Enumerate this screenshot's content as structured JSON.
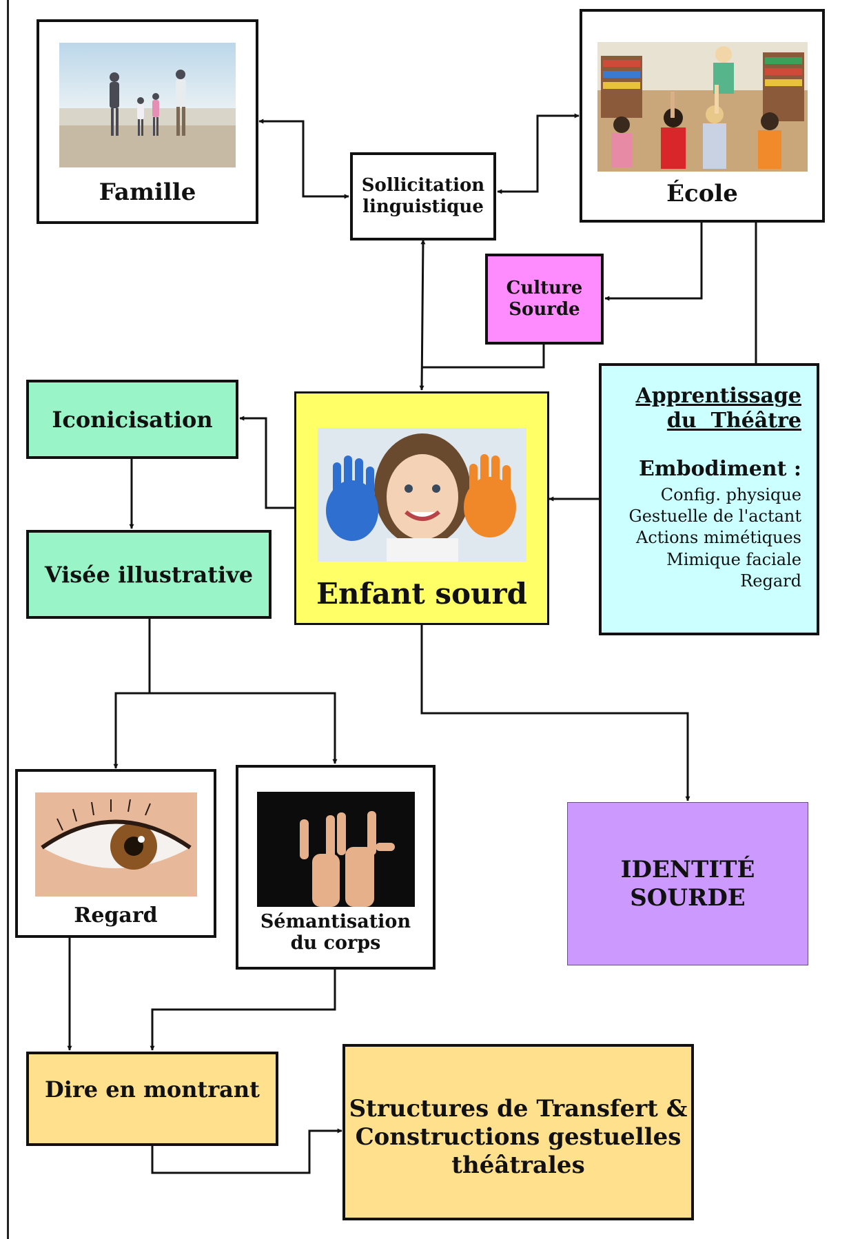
{
  "nodes": {
    "famille": {
      "label": "Famille",
      "image": "family-on-beach-photo"
    },
    "ecole": {
      "label": "École",
      "image": "classroom-children-raising-hands-photo"
    },
    "sollicitation": {
      "line1": "Sollicitation",
      "line2": "linguistique"
    },
    "culture": {
      "line1": "Culture",
      "line2": "Sourde"
    },
    "enfant": {
      "label": "Enfant sourd",
      "image": "child-painted-hands-photo"
    },
    "iconicisation": {
      "label": "Iconicisation"
    },
    "visee": {
      "label": "Visée illustrative"
    },
    "theatre": {
      "title_line1": "Apprentissage",
      "title_line2": "du  Théâtre",
      "subtitle": "Embodiment :",
      "items": [
        "Config. physique",
        "Gestuelle de l'actant",
        "Actions mimétiques",
        "Mimique faciale",
        "Regard"
      ]
    },
    "regard": {
      "label": "Regard",
      "image": "eye-close-up-photo"
    },
    "semantisation": {
      "line1": "Sémantisation",
      "line2": "du corps",
      "image": "hands-signing-photo"
    },
    "identite": {
      "line1": "IDENTITÉ",
      "line2": "SOURDE"
    },
    "dire": {
      "label": "Dire en montrant"
    },
    "structures": {
      "line1": "Structures de Transfert &",
      "line2": "Constructions gestuelles",
      "line3": "théâtrales"
    }
  },
  "colors": {
    "iconicisation": "#99f5c8",
    "visee": "#99f5c8",
    "culture": "#ff8cff",
    "enfant": "#ffff66",
    "theatre": "#ccffff",
    "identite": "#cc99ff",
    "dire": "#ffe08c",
    "structures": "#ffe08c"
  }
}
